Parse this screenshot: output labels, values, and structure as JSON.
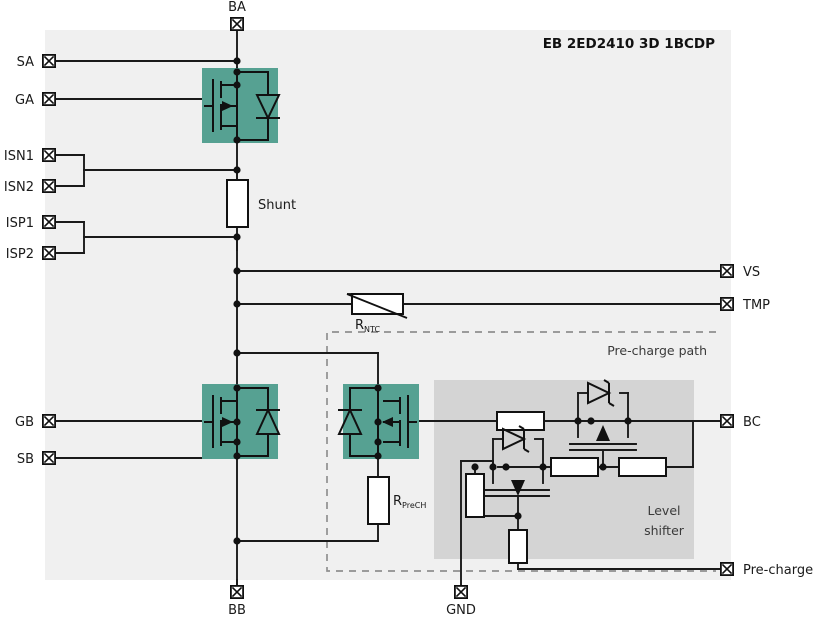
{
  "diagram": {
    "title": "EB 2ED2410 3D 1BCDP",
    "type": "battery-disconnect-switch-schematic",
    "background_color": "#ffffff",
    "panel_color": "#f0f0f0",
    "mosfet_block_color": "#56a192",
    "level_shifter_color": "#d4d4d4",
    "line_color": "#1a1a1a",
    "dashed_color": "#8c8c8c"
  },
  "terminals": {
    "top": [
      {
        "id": "BA",
        "label": "BA"
      }
    ],
    "left": [
      {
        "id": "SA",
        "label": "SA"
      },
      {
        "id": "GA",
        "label": "GA"
      },
      {
        "id": "ISN1",
        "label": "ISN1"
      },
      {
        "id": "ISN2",
        "label": "ISN2"
      },
      {
        "id": "ISP1",
        "label": "ISP1"
      },
      {
        "id": "ISP2",
        "label": "ISP2"
      },
      {
        "id": "GB",
        "label": "GB"
      },
      {
        "id": "SB",
        "label": "SB"
      }
    ],
    "right": [
      {
        "id": "VS",
        "label": "VS"
      },
      {
        "id": "TMP",
        "label": "TMP"
      },
      {
        "id": "BC",
        "label": "BC"
      },
      {
        "id": "PRECHARGE",
        "label": "Pre-charge"
      }
    ],
    "bottom": [
      {
        "id": "BB",
        "label": "BB"
      },
      {
        "id": "GND",
        "label": "GND"
      }
    ]
  },
  "components": {
    "shunt": {
      "label": "Shunt"
    },
    "rntc": {
      "label_main": "R",
      "label_sub": "NTC"
    },
    "rprech": {
      "label_main": "R",
      "label_sub": "PreCH"
    },
    "precharge_path": {
      "label": "Pre-charge path"
    },
    "level_shifter": {
      "label_line1": "Level",
      "label_line2": "shifter"
    }
  }
}
